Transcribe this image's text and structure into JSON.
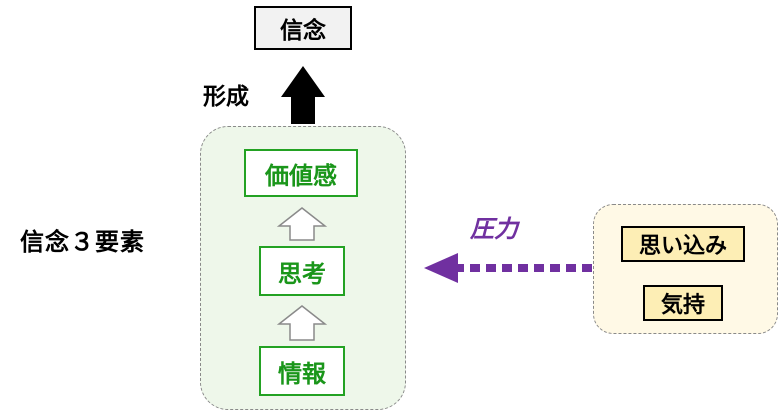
{
  "belief": {
    "label": "信念"
  },
  "formation": {
    "label": "形成"
  },
  "three_elements": {
    "label": "信念３要素"
  },
  "elements": {
    "value": "価値感",
    "thinking": "思考",
    "information": "情報"
  },
  "pressure": {
    "label": "圧力"
  },
  "pressure_sources": {
    "assumption": "思い込み",
    "feeling": "気持"
  },
  "colors": {
    "element_green": "#23a223",
    "pressure_purple": "#7030a0",
    "group_fill_green": "#eef7ea",
    "group_fill_tan": "#fff9e6",
    "tan_box": "#fdeeb5"
  }
}
